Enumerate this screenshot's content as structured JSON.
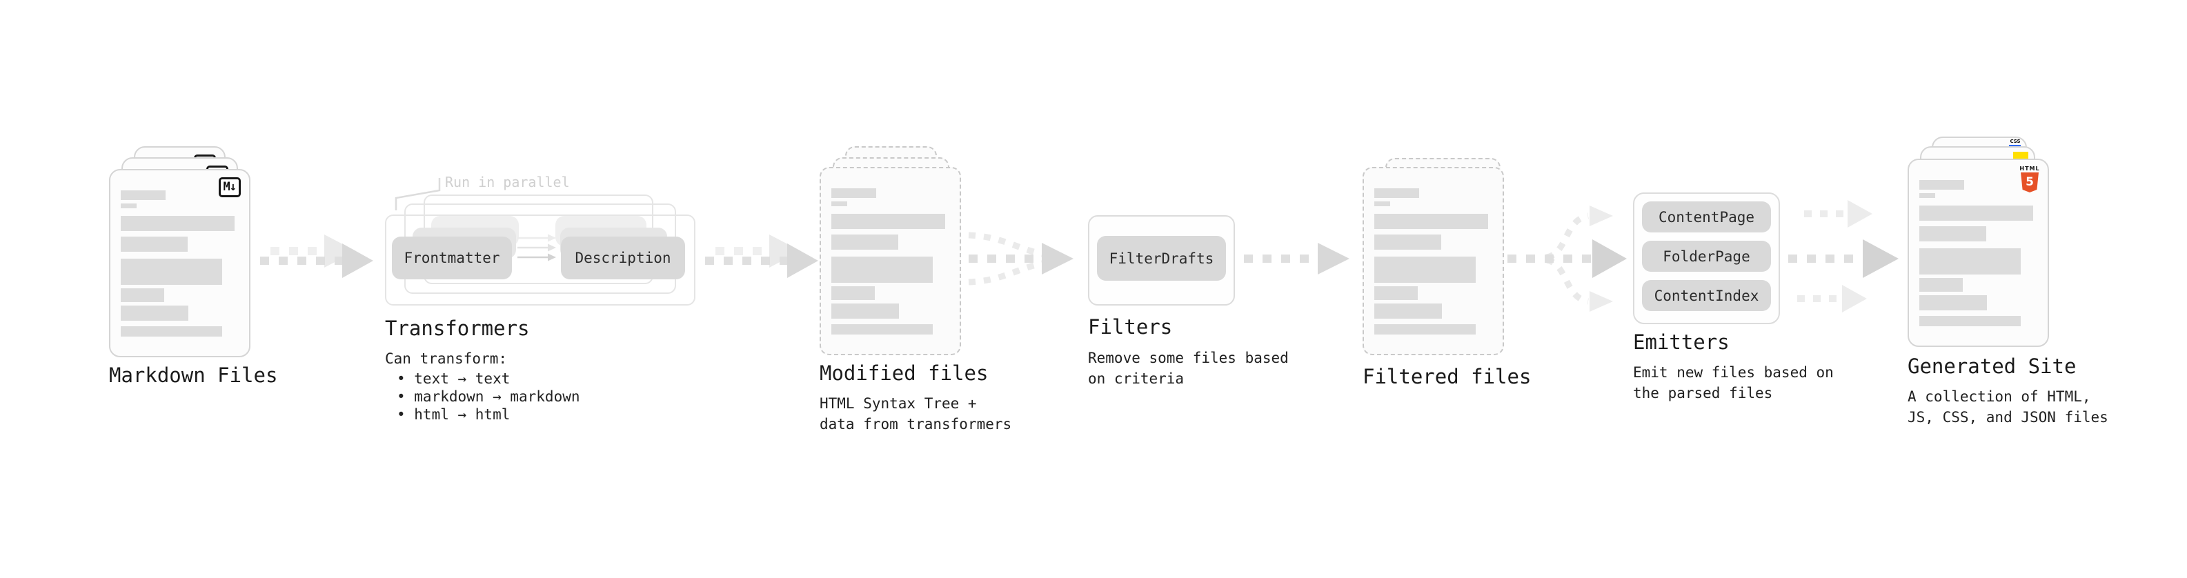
{
  "pipeline": {
    "markdown_files": {
      "label": "Markdown Files",
      "badge": "M↓"
    },
    "transformers": {
      "note": "Run in parallel",
      "pill_left": "Frontmatter",
      "pill_right": "Description",
      "label": "Transformers",
      "intro": "Can transform:",
      "bullets": [
        "• text → text",
        "• markdown → markdown",
        "• html → html"
      ]
    },
    "modified_files": {
      "label": "Modified files",
      "sublabel": "HTML Syntax Tree +\ndata from transformers"
    },
    "filters": {
      "pill": "FilterDrafts",
      "label": "Filters",
      "sublabel": "Remove some files based\non criteria"
    },
    "filtered_files": {
      "label": "Filtered files"
    },
    "emitters": {
      "pills": [
        "ContentPage",
        "FolderPage",
        "ContentIndex"
      ],
      "label": "Emitters",
      "sublabel": "Emit new files based on\nthe parsed files"
    },
    "generated_site": {
      "label": "Generated Site",
      "sublabel": "A collection of HTML,\nJS, CSS, and JSON files",
      "html_icon_word": "HTML",
      "html_icon_number": "5",
      "css_icon_word": "CSS"
    }
  },
  "colors": {
    "html5_orange": "#e65127",
    "js_yellow": "#ffdf00",
    "css_blue": "#2f6af3",
    "card_border": "#d5d5d5",
    "dashed_border": "#c9c9c9",
    "skeleton_bar": "#dcdcdc",
    "pill_bg": "#d9d9d9",
    "arrow_dark": "#dfdfdf",
    "arrow_light": "#ececec",
    "text": "#1b1b1b",
    "note_muted": "#cfcfcf"
  }
}
